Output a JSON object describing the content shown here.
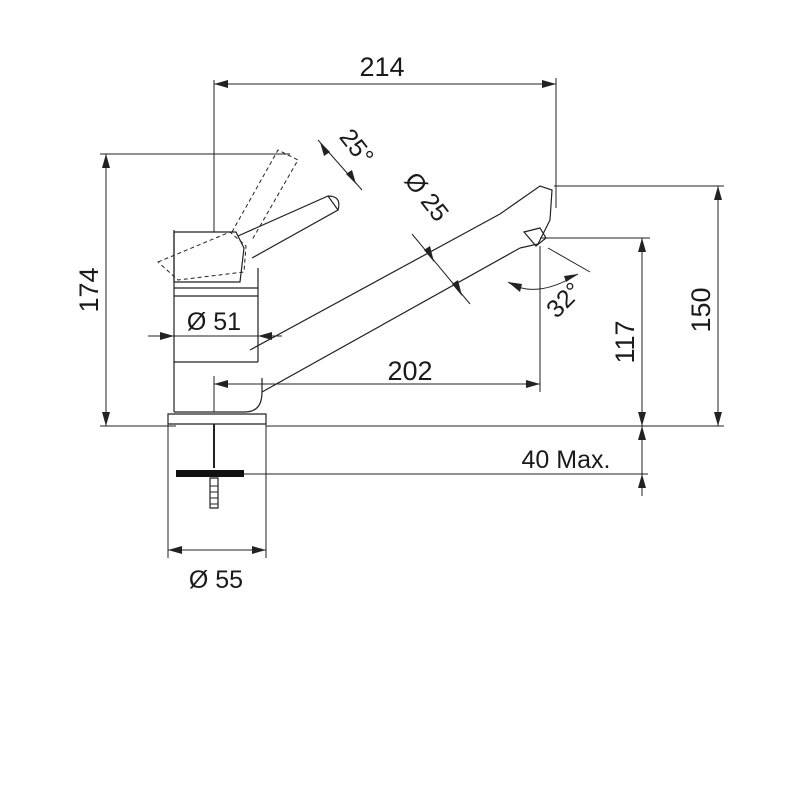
{
  "labels": {
    "total_length": "214",
    "total_height": "174",
    "outlet_height": "150",
    "spout_clearance": "117",
    "spout_reach": "202",
    "lever_angle": "25°",
    "spout_diameter": "Ø 25",
    "outlet_angle": "32°",
    "body_diameter": "Ø 51",
    "base_diameter": "Ø 55",
    "max_thickness": "40 Max."
  }
}
